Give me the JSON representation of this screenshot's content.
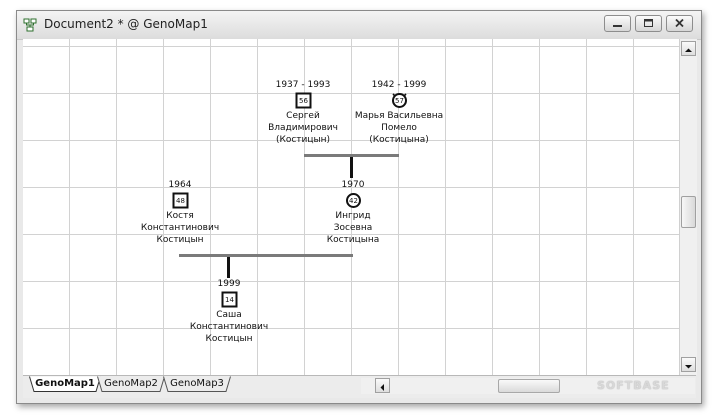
{
  "window": {
    "title": "Document2 * @ GenoMap1"
  },
  "tabs": [
    {
      "label": "GenoMap1",
      "active": true
    },
    {
      "label": "GenoMap2",
      "active": false
    },
    {
      "label": "GenoMap3",
      "active": false
    }
  ],
  "people": {
    "sergey": {
      "years": "1937 - 1993",
      "age": "56",
      "sex": "male",
      "deceased": true,
      "name": [
        "Сергей",
        "Владимирович",
        "(Костицын)"
      ]
    },
    "maria": {
      "years": "1942 - 1999",
      "age": "57",
      "sex": "female",
      "deceased": true,
      "name": [
        "Марья Васильевна",
        "Помело",
        "(Костицына)"
      ]
    },
    "kostya": {
      "years": "1964",
      "age": "48",
      "sex": "male",
      "deceased": false,
      "name": [
        "Костя",
        "Константинович",
        "Костицын"
      ]
    },
    "ingrid": {
      "years": "1970",
      "age": "42",
      "sex": "female",
      "deceased": false,
      "name": [
        "Ингрид",
        "Зосевна",
        "Костицына"
      ]
    },
    "sasha": {
      "years": "1999",
      "age": "14",
      "sex": "male",
      "deceased": false,
      "name": [
        "Саша",
        "Константинович",
        "Костицын"
      ]
    }
  },
  "watermark": "SOFTBASE",
  "colors": {
    "couple_line": "#7a7a7a",
    "descent_line": "#111111",
    "grid": "#d2d2d2"
  }
}
